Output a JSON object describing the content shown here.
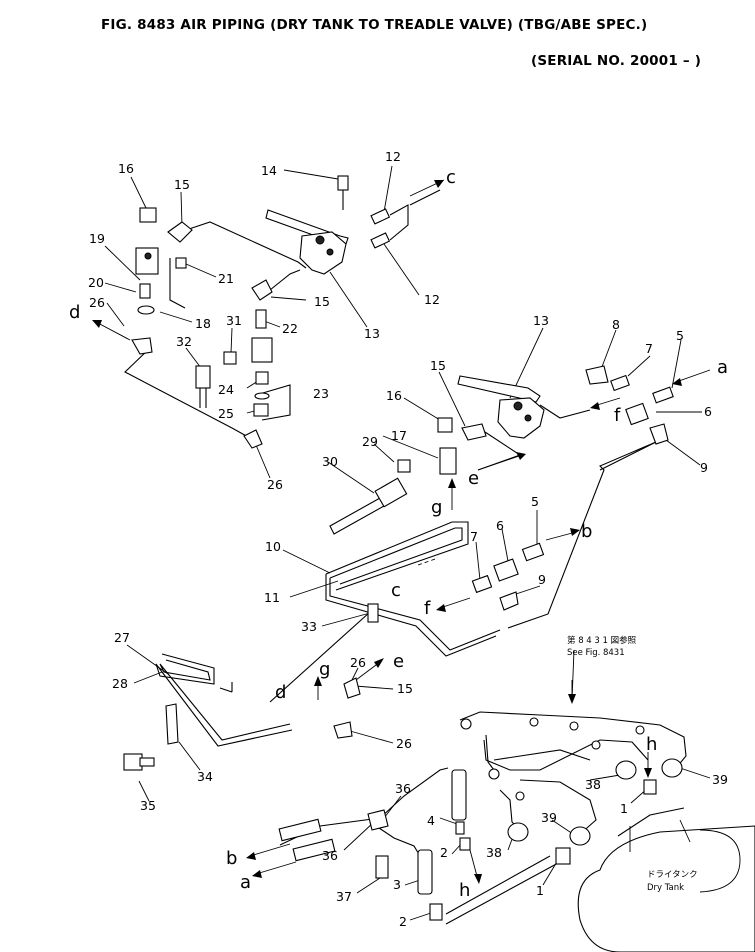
{
  "title": "FIG. 8483  AIR PIPING (DRY TANK TO TREADLE VALVE) (TBG/ABE SPEC.)",
  "serial": "(SERIAL NO. 20001 – )",
  "labels": {
    "p16a": "16",
    "p15a": "15",
    "p14": "14",
    "p12a": "12",
    "p19": "19",
    "p21": "21",
    "p15b": "15",
    "p12b": "12",
    "p20": "20",
    "p18": "18",
    "p26a": "26",
    "p31": "31",
    "p22": "22",
    "p13a": "13",
    "p32": "32",
    "p24": "24",
    "p23": "23",
    "p25": "25",
    "p26b": "26",
    "p13b": "13",
    "p8": "8",
    "p7a": "7",
    "p5a": "5",
    "p15c": "15",
    "p16b": "16",
    "p6a": "6",
    "p9a": "9",
    "p29": "29",
    "p17": "17",
    "p30": "30",
    "p5b": "5",
    "p7b": "7",
    "p6b": "6",
    "p10": "10",
    "p9b": "9",
    "p11": "11",
    "p33": "33",
    "p27": "27",
    "p26c": "26",
    "p28": "28",
    "p15d": "15",
    "p26d": "26",
    "p34": "34",
    "p35": "35",
    "p36a": "36",
    "p4": "4",
    "p38a": "38",
    "p39a": "39",
    "p1a": "1",
    "p39b": "39",
    "p36b": "36",
    "p2a": "2",
    "p38b": "38",
    "p37": "37",
    "p3": "3",
    "p1b": "1",
    "p2b": "2"
  },
  "letters": {
    "c1": "c",
    "d1": "d",
    "a1": "a",
    "f1": "f",
    "e1": "e",
    "g1": "g",
    "b1": "b",
    "c2": "c",
    "f2": "f",
    "g2": "g",
    "e2": "e",
    "d2": "d",
    "h1": "h",
    "b2": "b",
    "a2": "a",
    "h2": "h"
  },
  "notes": {
    "ref_jp": "第 8 4 3 1 図参照",
    "ref_en": "See Fig. 8431",
    "tank_jp": "ドライタンク",
    "tank_en": "Dry Tank"
  }
}
